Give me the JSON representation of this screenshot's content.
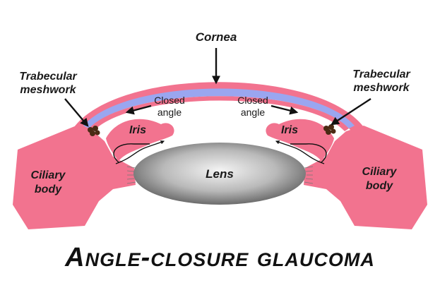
{
  "title": "Angle-closure glaucoma",
  "labels": {
    "cornea": "Cornea",
    "trabecular_left_1": "Trabecular",
    "trabecular_left_2": "meshwork",
    "trabecular_right_1": "Trabecular",
    "trabecular_right_2": "meshwork",
    "closed_left_1": "Closed",
    "closed_left_2": "angle",
    "closed_right_1": "Closed",
    "closed_right_2": "angle",
    "iris_left": "Iris",
    "iris_right": "Iris",
    "lens": "Lens",
    "ciliary_left_1": "Ciliary",
    "ciliary_left_2": "body",
    "ciliary_right_1": "Ciliary",
    "ciliary_right_2": "body"
  },
  "colors": {
    "tissue": "#f2738f",
    "cornea_inner": "#9aa6f0",
    "meshwork": "#4a2a14",
    "lens_dark": "#555555",
    "lens_light": "#f2f2f2"
  }
}
